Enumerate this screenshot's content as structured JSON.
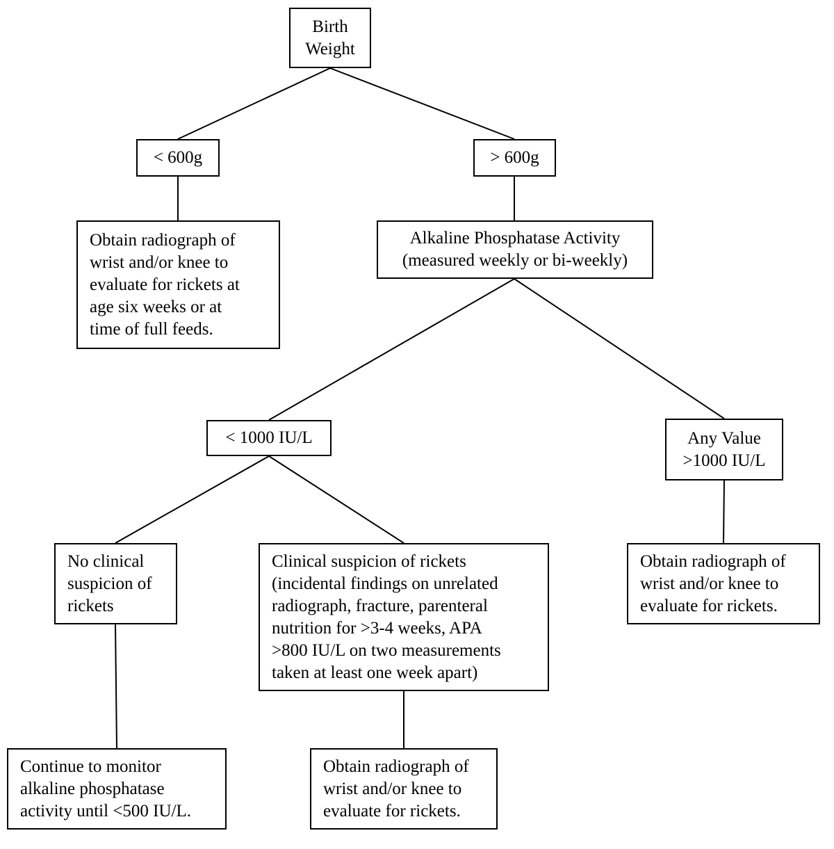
{
  "nodes": {
    "birth_weight": {
      "lines": [
        "Birth",
        "Weight"
      ]
    },
    "under_600g": {
      "lines": [
        "< 600g"
      ]
    },
    "over_600g": {
      "lines": [
        "> 600g"
      ]
    },
    "radiograph_six_weeks": {
      "lines": [
        "Obtain radiograph of",
        "wrist and/or knee to",
        "evaluate for rickets at",
        "age six weeks or at",
        "time of full feeds."
      ]
    },
    "alkaline_phosphatase": {
      "lines": [
        "Alkaline Phosphatase Activity",
        "(measured weekly or bi-weekly)"
      ]
    },
    "under_1000": {
      "lines": [
        "< 1000 IU/L"
      ]
    },
    "any_value_over_1000": {
      "lines": [
        "Any Value",
        ">1000 IU/L"
      ]
    },
    "no_clinical_suspicion": {
      "lines": [
        "No clinical",
        "suspicion of",
        "rickets"
      ]
    },
    "clinical_suspicion": {
      "lines": [
        "Clinical suspicion of rickets",
        "(incidental findings on unrelated",
        "radiograph, fracture, parenteral",
        "nutrition for >3-4 weeks, APA",
        ">800 IU/L on two measurements",
        "taken at least one week apart)"
      ]
    },
    "radiograph_over_1000": {
      "lines": [
        "Obtain radiograph of",
        "wrist and/or knee to",
        "evaluate for rickets."
      ]
    },
    "continue_monitor": {
      "lines": [
        "Continue to monitor",
        "alkaline phosphatase",
        "activity until <500 IU/L."
      ]
    },
    "radiograph_clinical": {
      "lines": [
        "Obtain radiograph of",
        "wrist and/or knee to",
        "evaluate for rickets."
      ]
    }
  },
  "colors": {
    "line": "#000000",
    "box_border": "#000000",
    "background": "#ffffff"
  }
}
